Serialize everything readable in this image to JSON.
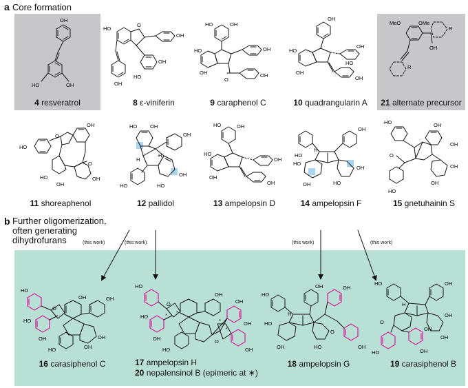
{
  "panel_a": {
    "letter": "a",
    "title": "Core formation",
    "compounds": [
      {
        "num": "4",
        "name": "resveratrol"
      },
      {
        "num": "8",
        "name": "ε-viniferin"
      },
      {
        "num": "9",
        "name": "caraphenol C"
      },
      {
        "num": "10",
        "name": "quadrangularin A"
      },
      {
        "num": "21",
        "name": "alternate precursor"
      },
      {
        "num": "11",
        "name": "shoreaphenol"
      },
      {
        "num": "12",
        "name": "pallidol"
      },
      {
        "num": "13",
        "name": "ampelopsin D"
      },
      {
        "num": "14",
        "name": "ampelopsin F"
      },
      {
        "num": "15",
        "name": "gnetuhainin S"
      }
    ]
  },
  "panel_b": {
    "letter": "b",
    "title_lines": [
      "Further oligomerization,",
      "often generating",
      "dihydrofurans"
    ],
    "arrow_notes": [
      "(this work)",
      "(this work)",
      "(this work)",
      "(this work)"
    ],
    "compounds": [
      {
        "num": "16",
        "name": "carasiphenol C"
      },
      {
        "num": "17",
        "name": "ampelopsin H"
      },
      {
        "num": "20",
        "name": "nepalensinol B (epimeric at ∗)"
      },
      {
        "num": "18",
        "name": "ampelopsin G"
      },
      {
        "num": "19",
        "name": "carasiphenol B"
      }
    ]
  },
  "atoms": {
    "oh": "OH",
    "ho": "HO",
    "meo": "MeO",
    "ome": "OMe",
    "r": "R",
    "o": "O",
    "h": "H",
    "star": "*"
  },
  "colors": {
    "gray_box": "#c7c7c9",
    "teal_box": "#b9e0d5",
    "magenta": "#d6249c",
    "highlight": "#a9d5ef"
  }
}
